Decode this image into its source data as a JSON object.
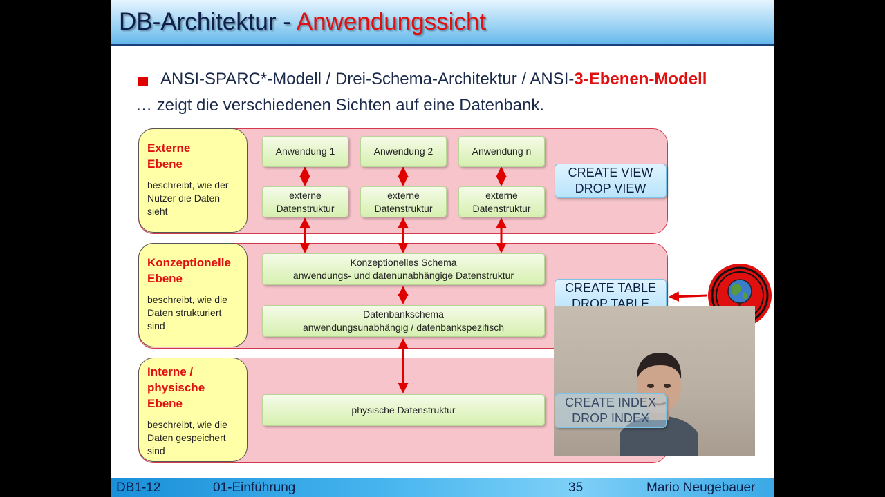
{
  "title": {
    "main": "DB-Architektur - ",
    "accent": "Anwendungssicht"
  },
  "bullet": {
    "prefix": "ANSI-SPARC*-Modell / Drei-Schema-Architektur / ANSI-",
    "highlight": "3-Ebenen-Modell",
    "subline": "… zeigt die verschiedenen Sichten auf eine Datenbank."
  },
  "levels": [
    {
      "name": "Externe\nEbene",
      "desc": "beschreibt, wie der\nNutzer die Daten\nsieht"
    },
    {
      "name": "Konzeptionelle\nEbene",
      "desc": "beschreibt, wie die\nDaten strukturiert\nsind"
    },
    {
      "name": "Interne /\nphysische\nEbene",
      "desc": "beschreibt, wie die\nDaten gespeichert\nsind"
    }
  ],
  "boxes": {
    "app1": "Anwendung 1",
    "app2": "Anwendung 2",
    "appn": "Anwendung n",
    "ext": "externe\nDatenstruktur",
    "konz": "Konzeptionelles Schema\nanwendungs- und datenunabhängige Datenstruktur",
    "dbschema": "Datenbankschema\nanwendungsunabhängig / datenbankspezifisch",
    "phys": "physische Datenstruktur"
  },
  "commands": {
    "view": "CREATE VIEW\nDROP VIEW",
    "table": "CREATE TABLE\nDROP TABLE",
    "index": "CREATE INDEX\nDROP INDEX"
  },
  "footer": {
    "code": "DB1-12",
    "chapter": "01-Einführung",
    "page": "35",
    "author": "Mario Neugebauer"
  },
  "colors": {
    "accent_red": "#e01010",
    "level_pink": "#f6c4ca",
    "label_yellow": "#ffffa8",
    "box_green": "#d6f0b0",
    "cmd_blue": "#b8e4fb"
  }
}
